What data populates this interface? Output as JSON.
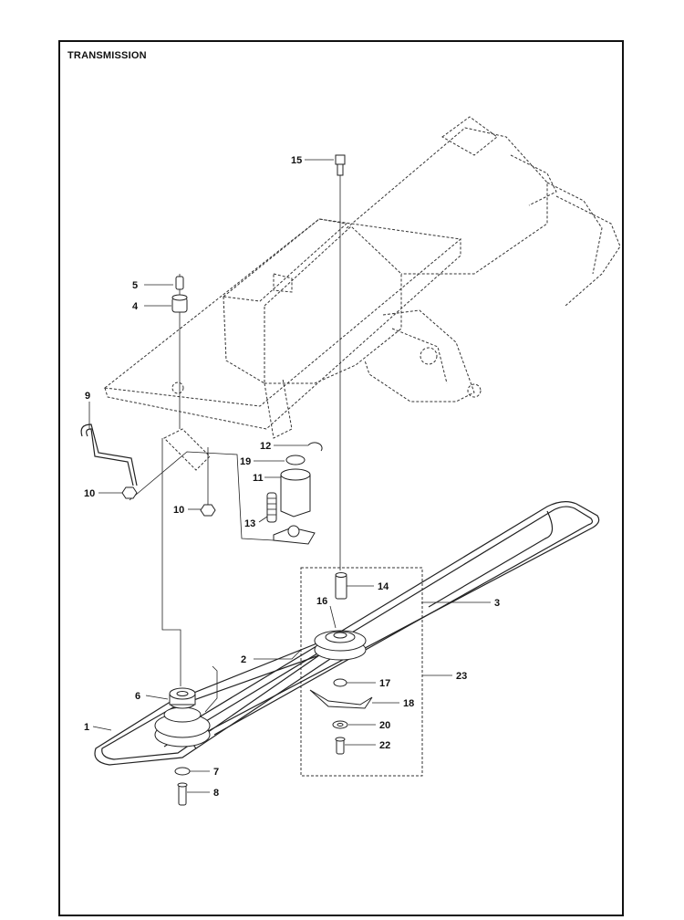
{
  "title": "TRANSMISSION",
  "callouts": {
    "c1": "1",
    "c2": "2",
    "c3": "3",
    "c4": "4",
    "c5": "5",
    "c6": "6",
    "c7": "7",
    "c8": "8",
    "c9": "9",
    "c10a": "10",
    "c10b": "10",
    "c11": "11",
    "c12": "12",
    "c13": "13",
    "c14": "14",
    "c15": "15",
    "c16": "16",
    "c17": "17",
    "c18": "18",
    "c19": "19",
    "c20": "20",
    "c22": "22",
    "c23": "23"
  }
}
